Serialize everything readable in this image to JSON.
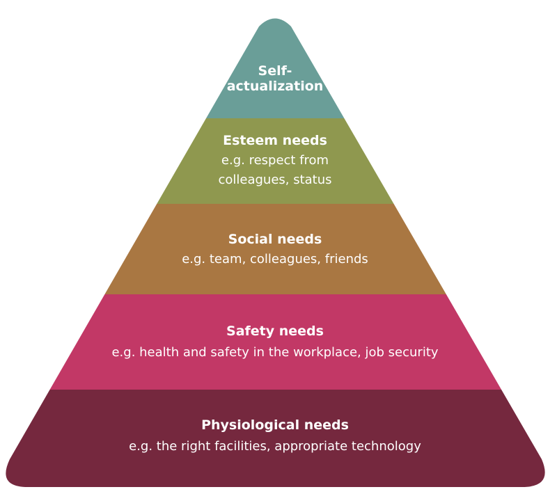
{
  "tiers": [
    {
      "id": "self-actualization",
      "title_lines": [
        "Self-",
        "actualization"
      ],
      "example_lines": [],
      "color": "#6a9e98"
    },
    {
      "id": "esteem",
      "title_lines": [
        "Esteem needs"
      ],
      "example_lines": [
        "e.g. respect from",
        "colleagues, status"
      ],
      "color": "#8f984f"
    },
    {
      "id": "social",
      "title_lines": [
        "Social needs"
      ],
      "example_lines": [
        "e.g. team, colleagues, friends"
      ],
      "color": "#a97742"
    },
    {
      "id": "safety",
      "title_lines": [
        "Safety needs"
      ],
      "example_lines": [
        "e.g. health and safety in the workplace, job security"
      ],
      "color": "#c23866"
    },
    {
      "id": "physiological",
      "title_lines": [
        "Physiological needs"
      ],
      "example_lines": [
        "e.g. the right facilities, appropriate technology"
      ],
      "color": "#75283e"
    }
  ]
}
